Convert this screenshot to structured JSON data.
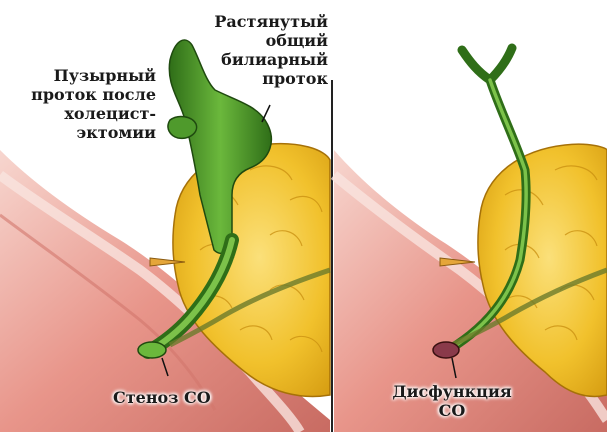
{
  "left_panel": {
    "label_cystic_duct": [
      "Пузырный",
      "проток после",
      "холецист-",
      "эктомии"
    ],
    "label_dilated_duct": [
      "Растянутый",
      "общий",
      "билиарный",
      "проток"
    ],
    "label_stenosis": "Стеноз СО"
  },
  "right_panel": {
    "label_dysfunction": [
      "Дисфункция",
      "СО"
    ]
  },
  "colors": {
    "pancreas": "#f2c22e",
    "duodenum": "#e69a8f",
    "bile_duct": "#4f9a2c",
    "outline": "#111111"
  }
}
